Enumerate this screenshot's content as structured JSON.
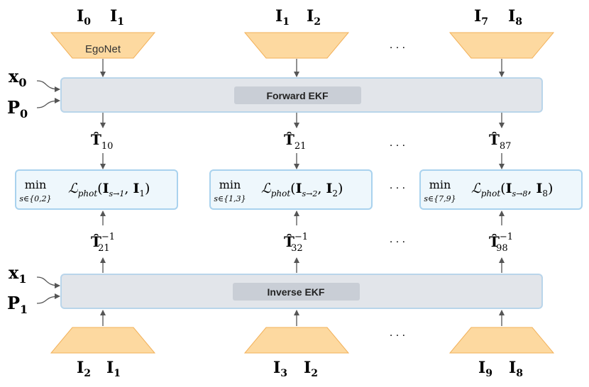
{
  "inputs_top": [
    {
      "a": "I",
      "a_sub": "0",
      "b": "I",
      "b_sub": "1"
    },
    {
      "a": "I",
      "a_sub": "1",
      "b": "I",
      "b_sub": "2"
    },
    {
      "a": "I",
      "a_sub": "7",
      "b": "I",
      "b_sub": "8"
    }
  ],
  "inputs_bottom": [
    {
      "a": "I",
      "a_sub": "2",
      "b": "I",
      "b_sub": "1"
    },
    {
      "a": "I",
      "a_sub": "3",
      "b": "I",
      "b_sub": "2"
    },
    {
      "a": "I",
      "a_sub": "9",
      "b": "I",
      "b_sub": "8"
    }
  ],
  "egonet_label": "EgoNet",
  "forward_ekf_label": "Forward EKF",
  "inverse_ekf_label": "Inverse EKF",
  "ellipsis": "· · ·",
  "state_top": {
    "x": "x",
    "x_sub": "0",
    "p": "P",
    "p_sub": "0"
  },
  "state_bottom": {
    "x": "x",
    "x_sub": "1",
    "p": "P",
    "p_sub": "1"
  },
  "forward_transforms": [
    {
      "sym": "T̂",
      "sub": "10"
    },
    {
      "sym": "T̂",
      "sub": "21"
    },
    {
      "sym": "T̂",
      "sub": "87"
    }
  ],
  "inverse_transforms": [
    {
      "sym": "T̂",
      "sub": "21",
      "sup": "−1"
    },
    {
      "sym": "T̂",
      "sub": "32",
      "sup": "−1"
    },
    {
      "sym": "T̂",
      "sub": "98",
      "sup": "−1"
    }
  ],
  "losses": [
    {
      "min": "min",
      "set": "s∈{0,2}",
      "loss": "ℒ",
      "loss_sub": "phot",
      "arg_open": "(",
      "i1": "I",
      "i1_sub": "s→1",
      "sep": ", ",
      "i2": "I",
      "i2_sub": "1",
      "arg_close": ")"
    },
    {
      "min": "min",
      "set": "s∈{1,3}",
      "loss": "ℒ",
      "loss_sub": "phot",
      "arg_open": "(",
      "i1": "I",
      "i1_sub": "s→2",
      "sep": ", ",
      "i2": "I",
      "i2_sub": "2",
      "arg_close": ")"
    },
    {
      "min": "min",
      "set": "s∈{7,9}",
      "loss": "ℒ",
      "loss_sub": "phot",
      "arg_open": "(",
      "i1": "I",
      "i1_sub": "s→8",
      "sep": ", ",
      "i2": "I",
      "i2_sub": "8",
      "arg_close": ")"
    }
  ],
  "colors": {
    "encoder_fill": "#fdd9a0",
    "encoder_stroke": "#f2b15a",
    "ekf_fill": "#e2e5ea",
    "ekf_stroke": "#b9d5ea",
    "ekf_label_fill": "#c9ced6",
    "loss_fill": "#eef7fc",
    "loss_stroke": "#a9d2ee",
    "arrow": "#555555"
  }
}
